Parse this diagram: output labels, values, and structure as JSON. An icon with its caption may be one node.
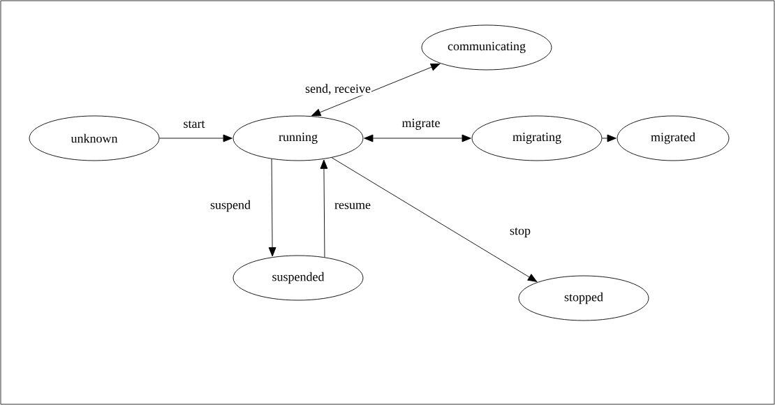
{
  "diagram": {
    "nodes": [
      {
        "text": [
          "unknown"
        ]
      },
      {
        "text": [
          "running"
        ]
      },
      {
        "text": [
          "communicating"
        ]
      },
      {
        "text": [
          "migrating"
        ]
      },
      {
        "text": [
          "migrated"
        ]
      },
      {
        "text": [
          "suspended"
        ]
      },
      {
        "text": [
          "stopped"
        ]
      }
    ],
    "edges": [
      {
        "from": 0,
        "to": 1,
        "arrow": "to",
        "label": "start"
      },
      {
        "from": 1,
        "to": 2,
        "arrow": "both",
        "label": "send, receive"
      },
      {
        "from": 1,
        "to": 3,
        "arrow": "both",
        "label": "migrate"
      },
      {
        "from": 3,
        "to": 4,
        "arrow": "to"
      },
      {
        "from": 1,
        "to": 5,
        "arrow": "to",
        "label": "suspend"
      },
      {
        "from": 5,
        "to": 1,
        "arrow": "to",
        "label": "resume"
      },
      {
        "from": 1,
        "to": 6,
        "arrow": "to",
        "label": "stop"
      }
    ]
  }
}
